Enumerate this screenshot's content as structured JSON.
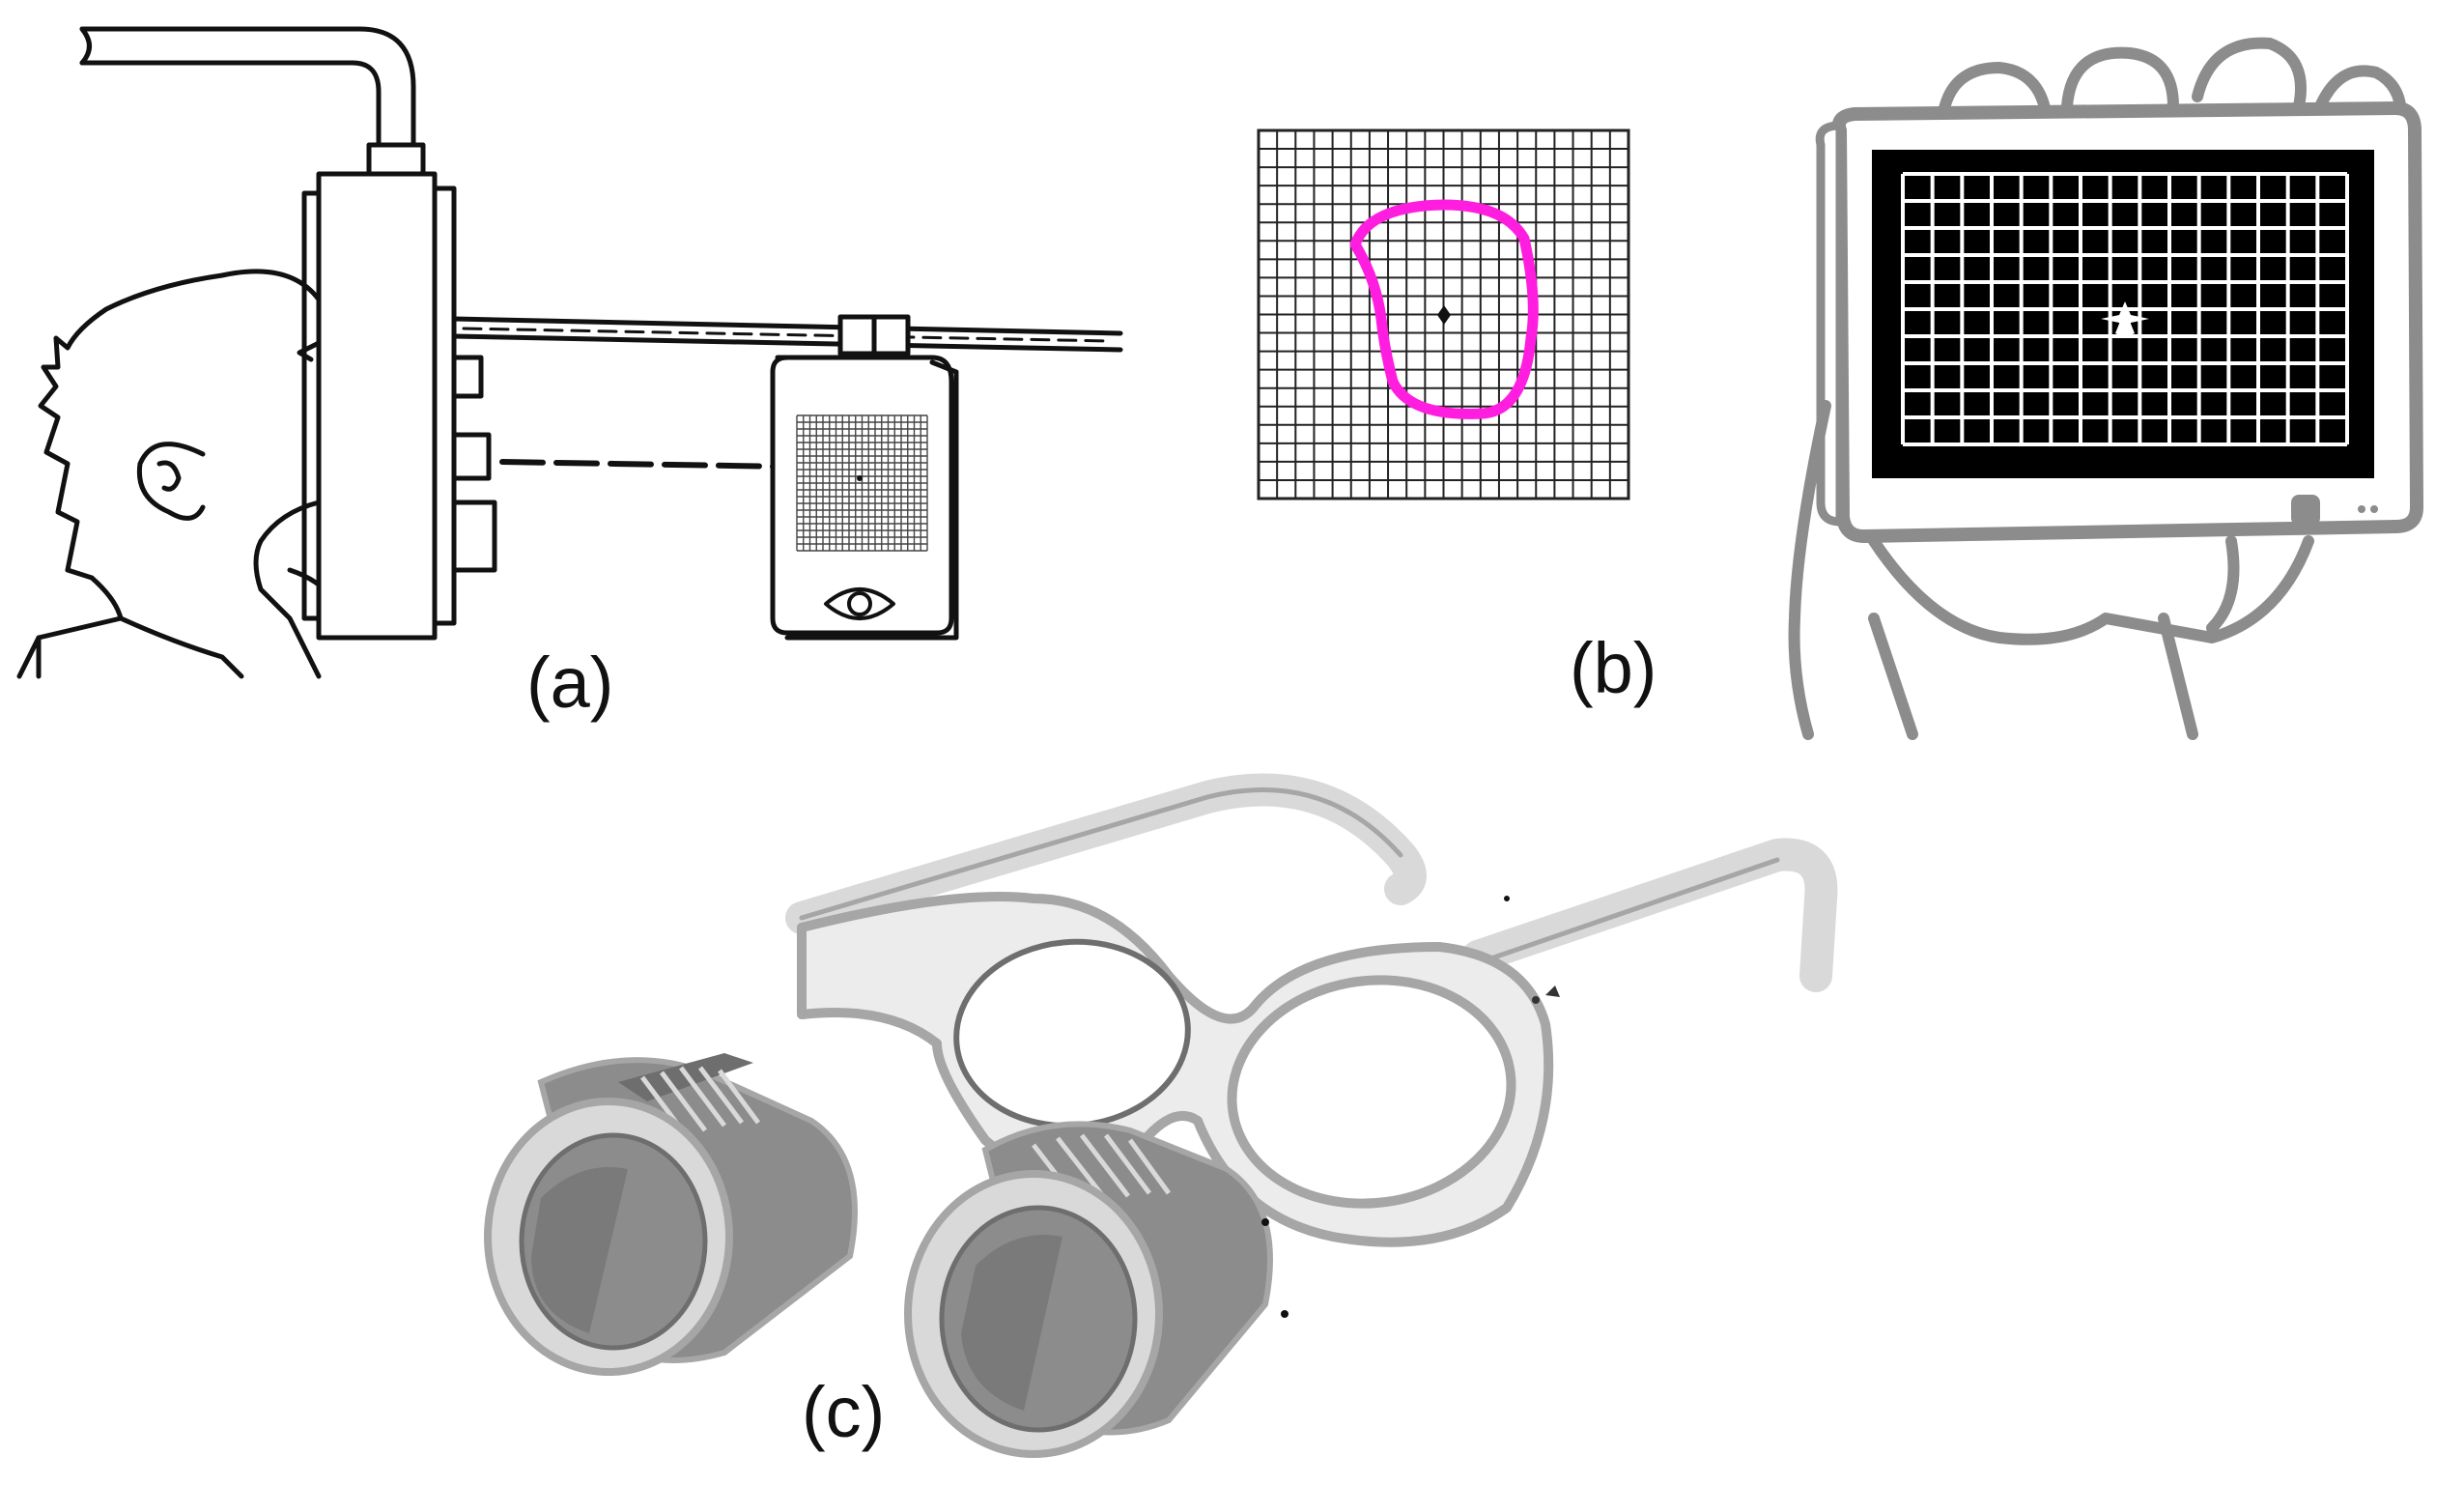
{
  "figure": {
    "panels": [
      {
        "id": "a",
        "caption": "(a)"
      },
      {
        "id": "b",
        "caption": "(b)"
      },
      {
        "id": "c",
        "caption": "(c)"
      }
    ]
  },
  "colors": {
    "line": "#111111",
    "scotoma_outline": "#ff1ee0",
    "glasses_light": "#d9d9d9",
    "glasses_mid": "#a6a6a6",
    "glasses_dark": "#6e6e6e",
    "device_frame": "#8c8c8c",
    "screen": "#000000",
    "screen_grid": "#ffffff"
  },
  "icons": {
    "panel_a": "person-viewing-grid-through-goggle-device-icon",
    "panel_b_grid": "amsler-grid-with-scotoma-icon",
    "panel_b_tablet": "hand-held-tablet-icon",
    "panel_c": "telescopic-glasses-icon"
  }
}
